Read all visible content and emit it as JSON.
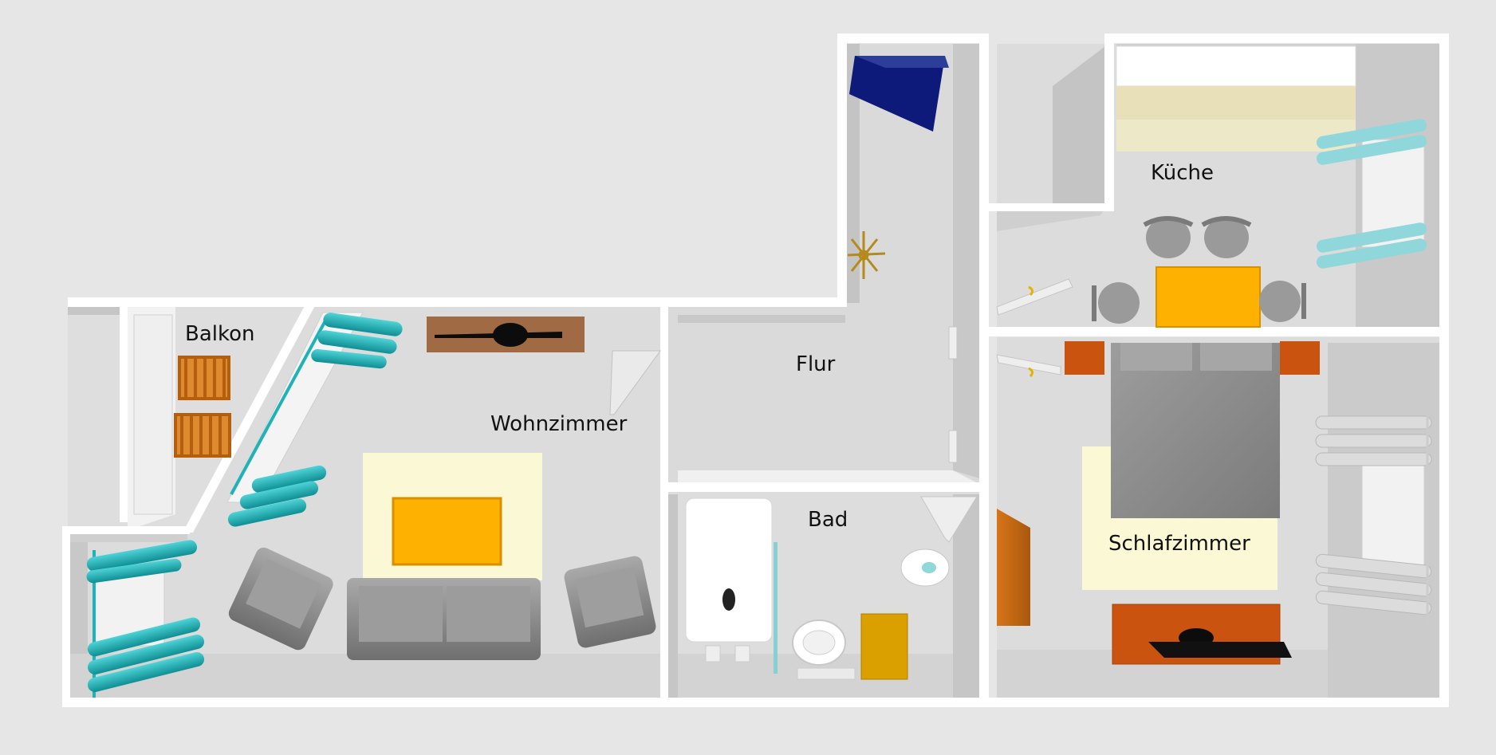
{
  "rooms": {
    "balkon": "Balkon",
    "wohnzimmer": "Wohnzimmer",
    "flur": "Flur",
    "kueche": "Küche",
    "bad": "Bad",
    "schlafzimmer": "Schlafzimmer"
  },
  "colors": {
    "background": "#e6e6e6",
    "floor": "#dcdcdc",
    "wall_top": "#ffffff",
    "wall_side": "#c8c8c8",
    "radiator": "#1fb3b8",
    "table": "#ffb100",
    "wood": "#c96a12",
    "rug": "#fbf8d6",
    "upholstery": "#8f8f8f",
    "tv_board": "#a06a45",
    "cabinet_blue": "#0d1a7a",
    "kitchen_counter": "#e7e0b8",
    "chair_wood": "#d2893a"
  }
}
